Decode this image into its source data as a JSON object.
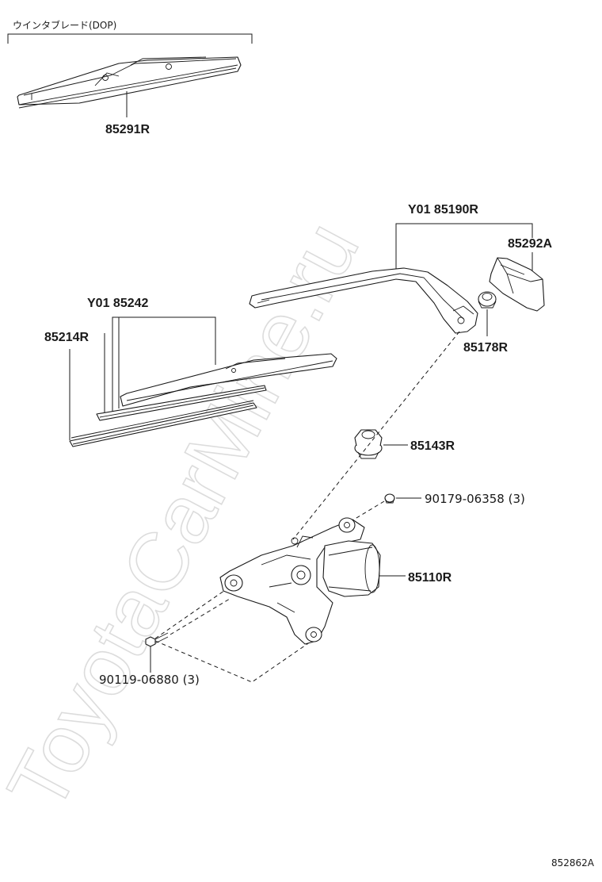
{
  "watermark": "ToyotaCarMine.ru",
  "group_label": "ウインタブレード(DOP)",
  "figure_id": "852862A",
  "parts": {
    "p85291R": "85291R",
    "p85190R": "Y01 85190R",
    "p85292A": "85292A",
    "p85242": "Y01 85242",
    "p85214R": "85214R",
    "p85178R": "85178R",
    "p85143R": "85143R",
    "p90179": "90179-06358 (3)",
    "p85110R": "85110R",
    "p90119": "90119-06880 (3)"
  }
}
